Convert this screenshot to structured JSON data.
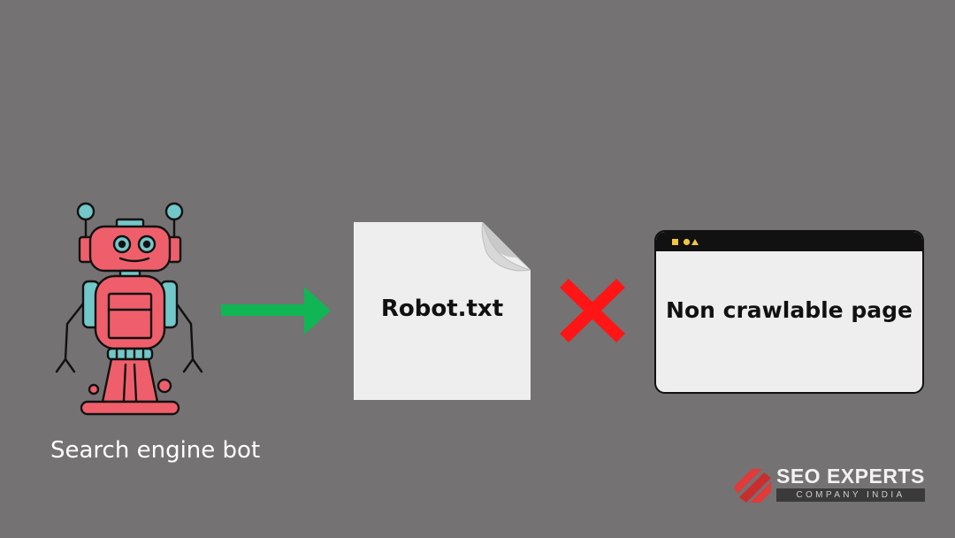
{
  "nodes": {
    "bot": {
      "label": "Search engine bot",
      "icon": "robot-icon"
    },
    "robots_file": {
      "label": "Robot.txt",
      "icon": "document-icon"
    },
    "page": {
      "label": "Non crawlable page",
      "icon": "browser-window-icon"
    }
  },
  "edges": [
    {
      "from": "bot",
      "to": "robots_file",
      "icon": "arrow-right-icon",
      "color": "#10b653"
    },
    {
      "from": "robots_file",
      "to": "page",
      "icon": "blocked-cross-icon",
      "color": "#ff1515"
    }
  ],
  "logo": {
    "title": "SEO EXPERTS",
    "subtitle": "COMPANY INDIA",
    "accent": "#e03a3a"
  },
  "colors": {
    "background": "#747273",
    "robot_body": "#ef5f6b",
    "robot_accent": "#72c7c8",
    "document": "#eeeeee",
    "browser_bar": "#111111",
    "browser_dots": "#f5c542"
  }
}
